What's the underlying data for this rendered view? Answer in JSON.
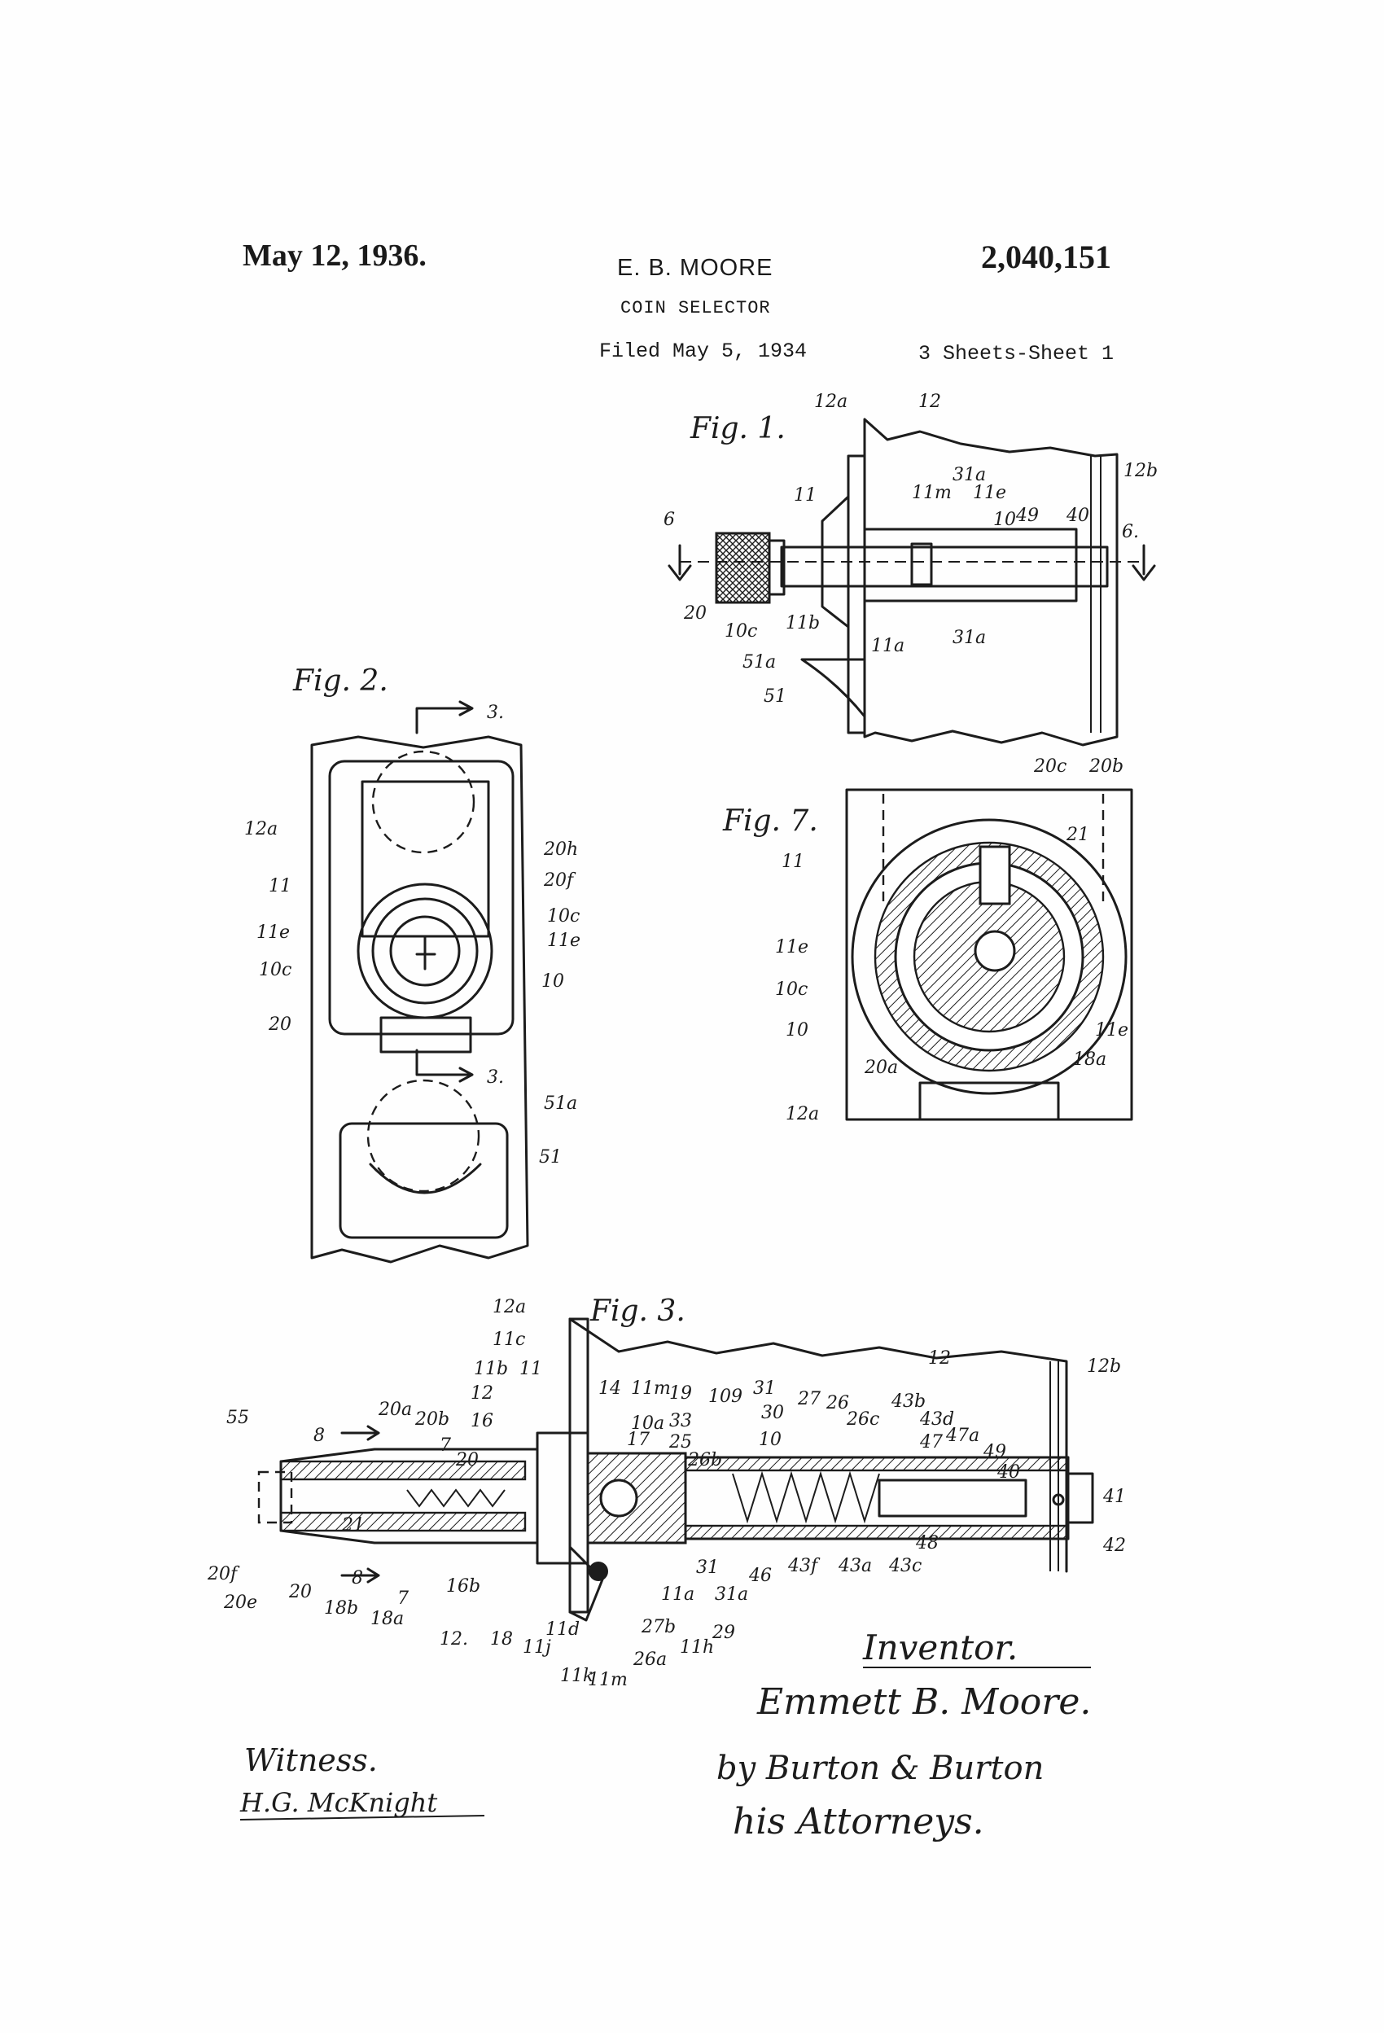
{
  "header": {
    "date": "May 12, 1936.",
    "inventor_name": "E. B. MOORE",
    "patent_number": "2,040,151",
    "title": "COIN SELECTOR",
    "filed": "Filed May 5, 1934",
    "sheets": "3 Sheets-Sheet 1"
  },
  "figures": {
    "fig1": "Fig. 1.",
    "fig2": "Fig. 2.",
    "fig3": "Fig. 3.",
    "fig7": "Fig. 7."
  },
  "signature": {
    "witness_label": "Witness.",
    "witness_name": "H.G. McKnight",
    "inventor_label": "Inventor.",
    "inventor_name": "Emmett B. Moore.",
    "attorneys_line": "by Burton & Burton",
    "attorneys_label": "his Attorneys."
  },
  "references": {
    "fig1": [
      "12a",
      "12",
      "12b",
      "11",
      "31a",
      "11m",
      "11e",
      "10",
      "49",
      "40",
      "6",
      "6.",
      "20",
      "10c",
      "11b",
      "11a",
      "31a",
      "51a",
      "51"
    ],
    "fig2": [
      "3.",
      "3.",
      "12a",
      "11",
      "11e",
      "10c",
      "20",
      "20h",
      "20f",
      "10c",
      "11e",
      "10",
      "51a",
      "51"
    ],
    "fig7": [
      "20c",
      "20b",
      "21",
      "11",
      "11e",
      "10c",
      "10",
      "20a",
      "12a",
      "11e",
      "18a"
    ],
    "fig3": [
      "12a",
      "11c",
      "11b",
      "11",
      "12",
      "16",
      "8",
      "20a",
      "20b",
      "7",
      "20",
      "55",
      "21",
      "20f",
      "20e",
      "20",
      "18b",
      "8",
      "7",
      "18a",
      "16b",
      "12.",
      "18",
      "11j",
      "11d",
      "11k",
      "11m",
      "14",
      "11m",
      "10a",
      "17",
      "19",
      "33",
      "25",
      "26b",
      "109",
      "31",
      "30",
      "27",
      "26",
      "26c",
      "10",
      "43b",
      "43d",
      "47",
      "47a",
      "49",
      "40",
      "12",
      "12b",
      "41",
      "42",
      "48",
      "31",
      "46",
      "43f",
      "43a",
      "43c",
      "11a",
      "31a",
      "27b",
      "26a",
      "11h",
      "29"
    ]
  }
}
